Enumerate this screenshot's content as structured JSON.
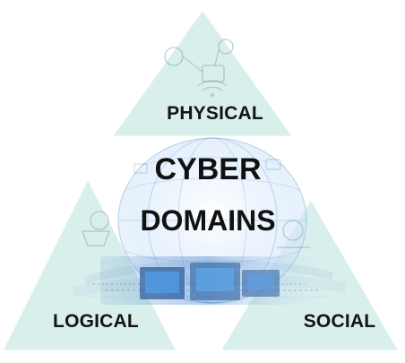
{
  "diagram": {
    "title_lines": [
      "CYBER",
      "DOMAINS"
    ],
    "domains": {
      "top": "PHYSICAL",
      "bottom_left": "LOGICAL",
      "bottom_right": "SOCIAL"
    }
  },
  "style": {
    "triangle_fill": "#d9efeb",
    "triangle_stroke": "#ffffff",
    "accent_blue": "#3f74a8",
    "text_color": "#141414"
  },
  "icons": {
    "background": "cyber-globe-icon",
    "network": "network-node-icon",
    "device": "device-icon",
    "data": "binary-data-icon"
  }
}
